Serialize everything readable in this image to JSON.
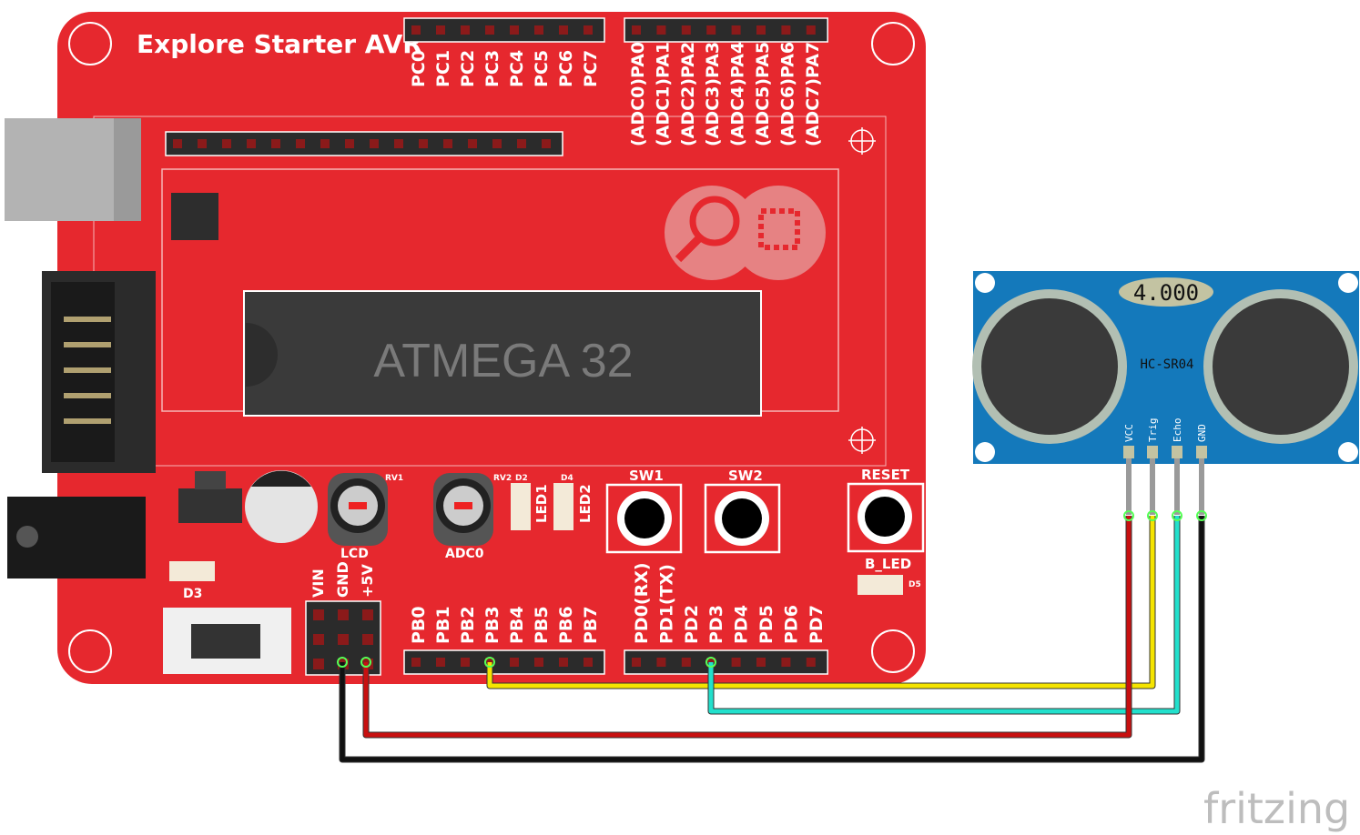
{
  "board": {
    "title": "Explore Starter AVR",
    "chip_label": "ATMEGA 32",
    "port_c_pins": [
      "PC0",
      "PC1",
      "PC2",
      "PC3",
      "PC4",
      "PC5",
      "PC6",
      "PC7"
    ],
    "port_a_pins": [
      "(ADC0)PA0",
      "(ADC1)PA1",
      "(ADC2)PA2",
      "(ADC3)PA3",
      "(ADC4)PA4",
      "(ADC5)PA5",
      "(ADC6)PA6",
      "(ADC7)PA7"
    ],
    "port_b_pins": [
      "PB0",
      "PB1",
      "PB2",
      "PB3",
      "PB4",
      "PB5",
      "PB6",
      "PB7"
    ],
    "port_d_pins": [
      "PD0(RX)",
      "PD1(TX)",
      "PD2",
      "PD3",
      "PD4",
      "PD5",
      "PD6",
      "PD7"
    ],
    "power_pins": [
      "VIN",
      "GND",
      "+5V"
    ],
    "pot_lcd_label": "LCD",
    "pot_lcd_ref": "RV1",
    "pot_adc_label": "ADC0",
    "pot_adc_ref": "RV2",
    "led1_label": "LED1",
    "led1_ref": "D2",
    "led2_label": "LED2",
    "led2_ref": "D4",
    "sw1_label": "SW1",
    "sw2_label": "SW2",
    "reset_label": "RESET",
    "bled_label": "B_LED",
    "bled_ref": "D5",
    "d3_label": "D3"
  },
  "sensor": {
    "model": "HC-SR04",
    "display": "4.000",
    "pins": [
      "VCC",
      "Trig",
      "Echo",
      "GND"
    ]
  },
  "wires": [
    {
      "from": "PB3",
      "to": "Trig",
      "color": "#f5e400"
    },
    {
      "from": "PD3",
      "to": "Echo",
      "color": "#22e0cc"
    },
    {
      "from": "+5V",
      "to": "VCC",
      "color": "#c81010"
    },
    {
      "from": "GND",
      "to": "GND",
      "color": "#111111"
    }
  ],
  "watermark": "fritzing"
}
